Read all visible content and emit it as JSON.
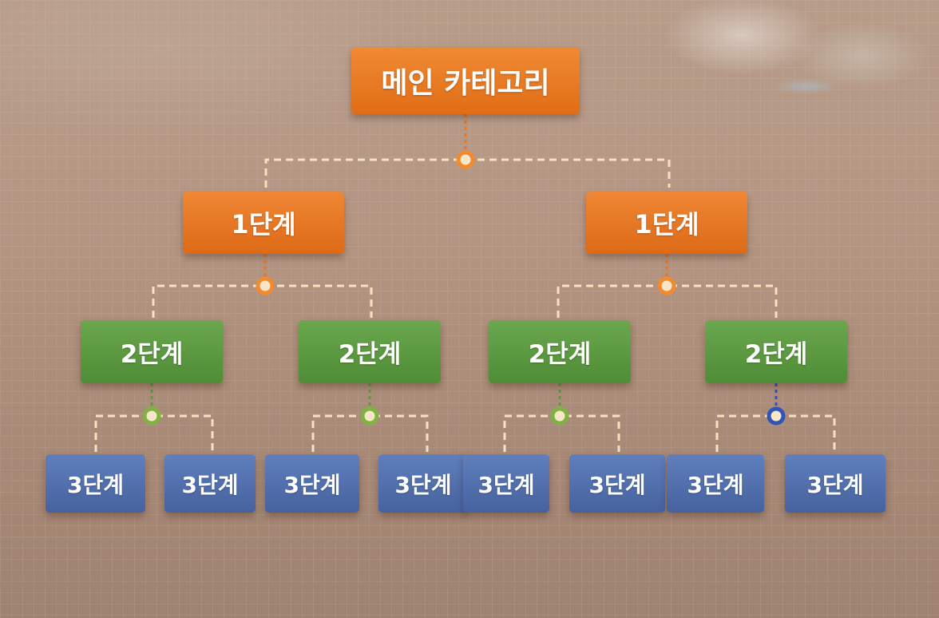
{
  "root": {
    "label": "메인 카테고리"
  },
  "level1": [
    {
      "label": "1단계"
    },
    {
      "label": "1단계"
    }
  ],
  "level2": [
    {
      "label": "2단계"
    },
    {
      "label": "2단계"
    },
    {
      "label": "2단계"
    },
    {
      "label": "2단계"
    }
  ],
  "level3": [
    {
      "label": "3단계"
    },
    {
      "label": "3단계"
    },
    {
      "label": "3단계"
    },
    {
      "label": "3단계"
    },
    {
      "label": "3단계"
    },
    {
      "label": "3단계"
    },
    {
      "label": "3단계"
    },
    {
      "label": "3단계"
    }
  ],
  "colors": {
    "root": "#e8771f",
    "level1": "#e8771f",
    "level2": "#5c9a42",
    "level3": "#5070ae",
    "connector_line": "#f5e3c0",
    "hub_orange": "#f28a2e",
    "hub_green": "#7fb341",
    "hub_blue": "#2f55b8"
  }
}
